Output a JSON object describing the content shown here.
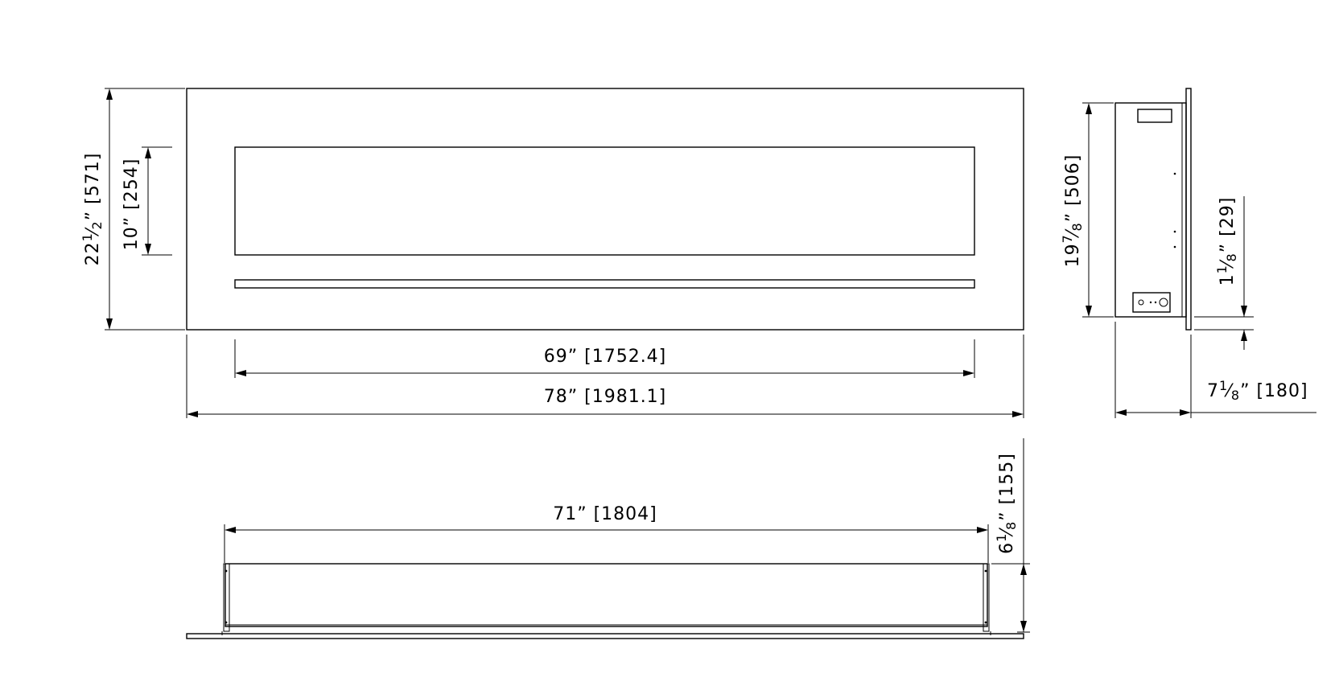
{
  "front_view": {
    "height_label": {
      "whole": "22",
      "num": "1",
      "den": "2",
      "rest": "” [571]"
    },
    "opening_height_label": "10” [254]",
    "opening_width_label": "69” [1752.4]",
    "overall_width_label": "78” [1981.1]"
  },
  "side_view": {
    "height_label": {
      "whole": "19",
      "num": "7",
      "den": "8",
      "rest": "” [506]"
    },
    "flange_label": {
      "whole": "1",
      "num": "1",
      "den": "8",
      "rest": "” [29]"
    },
    "depth_label": {
      "whole": "7",
      "num": "1",
      "den": "8",
      "rest": "” [180]"
    }
  },
  "top_view": {
    "width_label": "71” [1804]",
    "depth_label": {
      "whole": "6",
      "num": "1",
      "den": "8",
      "rest": "” [155]"
    }
  }
}
